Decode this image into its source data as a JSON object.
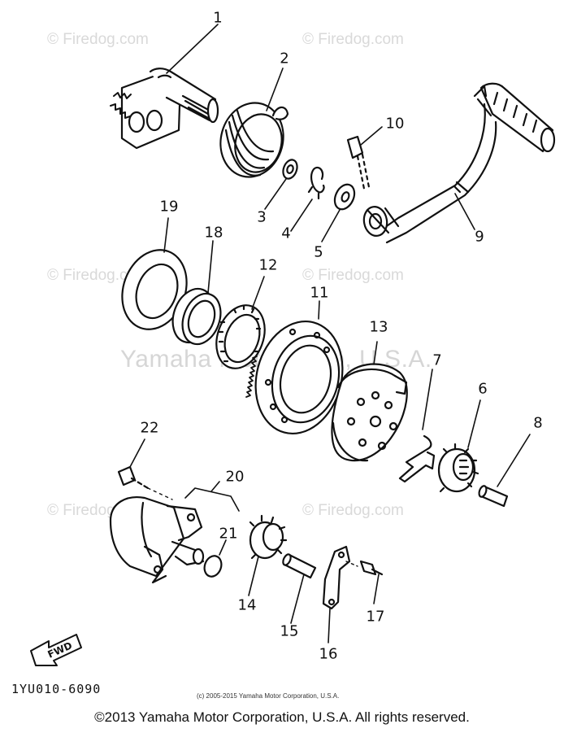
{
  "watermarks": {
    "firedog": "© Firedog.com",
    "firedog_short": "© Firedog.com",
    "yamaha_center": "Yamaha Motor Corp, U.S.A."
  },
  "callouts": [
    "1",
    "2",
    "3",
    "4",
    "5",
    "6",
    "7",
    "8",
    "9",
    "10",
    "11",
    "12",
    "13",
    "14",
    "15",
    "16",
    "17",
    "18",
    "19",
    "20",
    "21",
    "22"
  ],
  "fwd_label": "FWD",
  "part_number": "1YU010-6090",
  "small_copyright": "(c) 2005-2015 Yamaha Motor Corporation, U.S.A.",
  "footer_copyright": "©2013 Yamaha Motor Corporation, U.S.A. All rights reserved."
}
